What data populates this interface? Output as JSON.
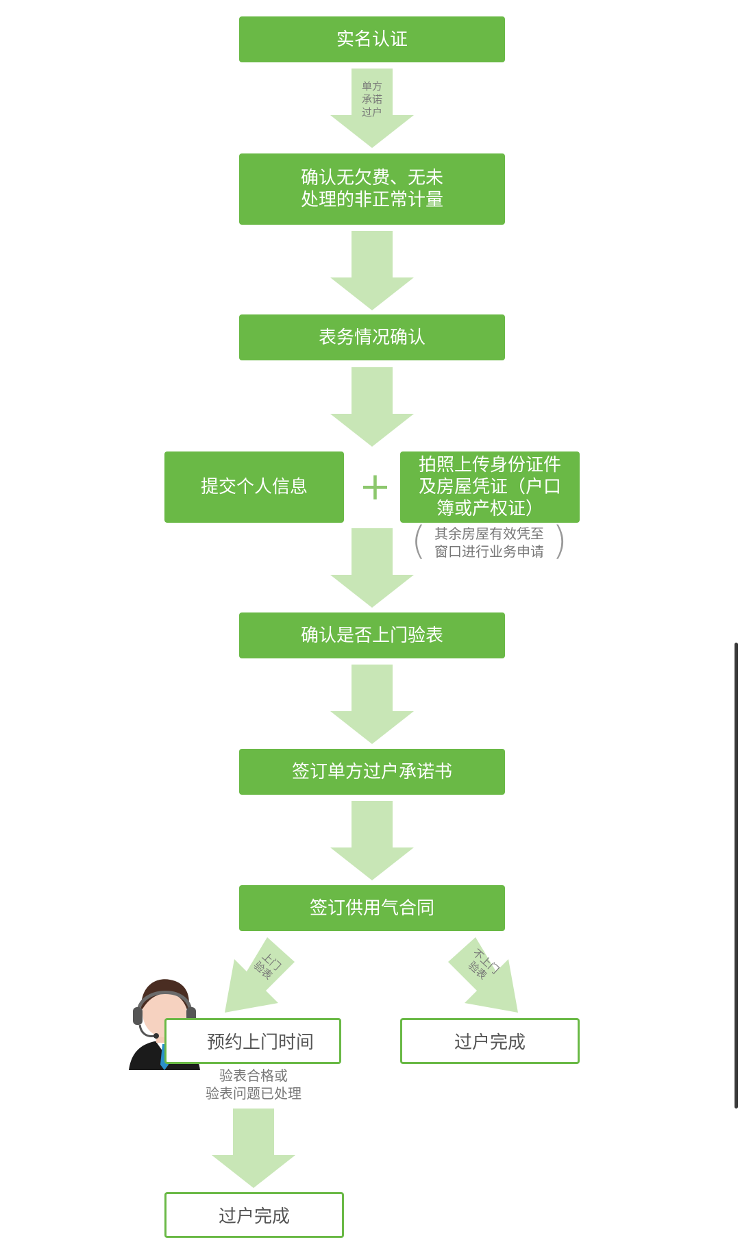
{
  "steps": {
    "s1": "实名认证",
    "s1_arrow_label": "单方\n承诺\n过户",
    "s2": "确认无欠费、无未\n处理的非正常计量",
    "s3": "表务情况确认",
    "s4_left": "提交个人信息",
    "s4_plus": "+",
    "s4_right": "拍照上传身份证件\n及房屋凭证（户口\n簿或产权证）",
    "s4_right_note": "其余房屋有效凭至\n窗口进行业务申请",
    "s5": "确认是否上门验表",
    "s6": "签订单方过户承诺书",
    "s7": "签订供用气合同",
    "branch_left_label": "上门\n验表",
    "branch_right_label": "不上门\n验表",
    "s8_left": "预约上门时间",
    "s8_right": "过户完成",
    "s8_left_note": "验表合格或\n验表问题已处理",
    "s9": "过户完成"
  },
  "colors": {
    "box_green": "#6ab946",
    "arrow_green": "#c8e6b6"
  },
  "icons": {
    "service_agent": "customer-service-headset-icon"
  }
}
